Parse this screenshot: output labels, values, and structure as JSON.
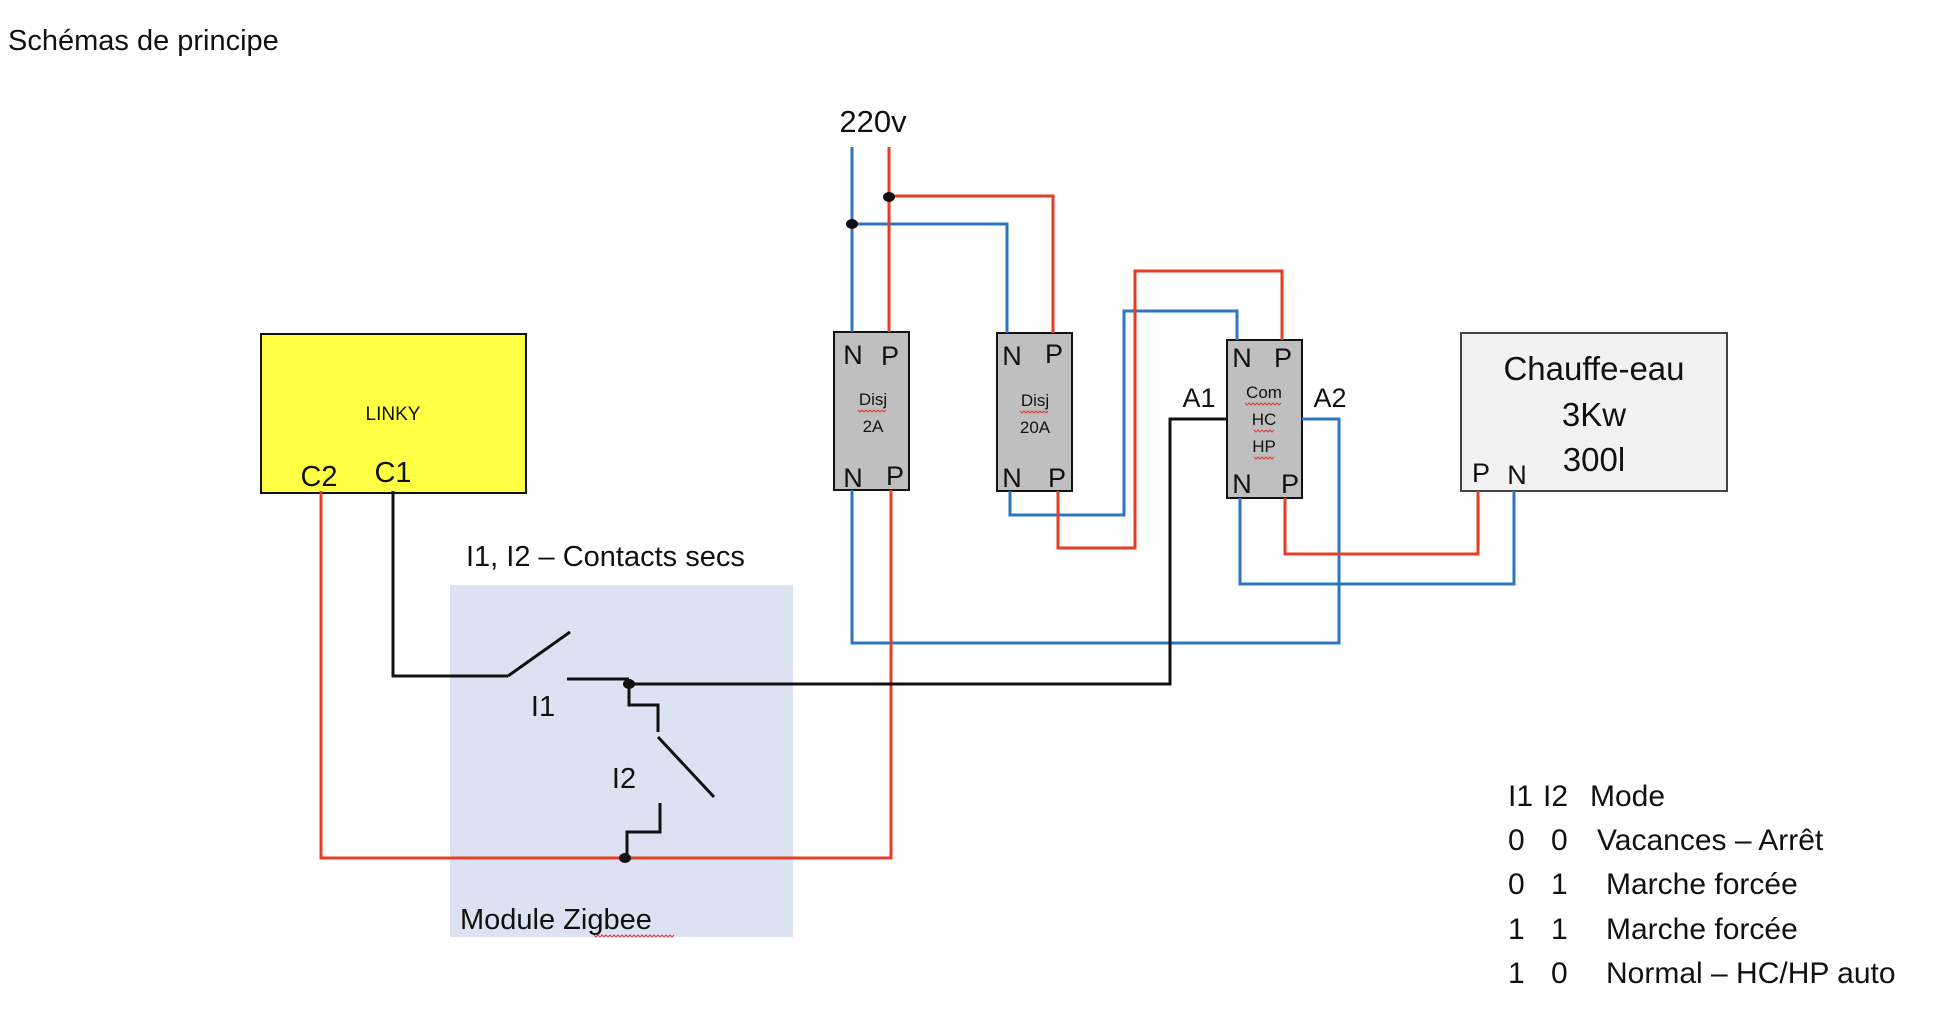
{
  "page_title": "Schémas de principe",
  "supply_label": "220v",
  "linky": {
    "label": "LINKY",
    "terminal_c2": "C2",
    "terminal_c1": "C1"
  },
  "zigbee": {
    "contacts_caption": "I1, I2 – Contacts secs",
    "switch_i1": "I1",
    "switch_i2": "I2",
    "module_label": "Module Zigbee"
  },
  "breaker_2a": {
    "top_n": "N",
    "top_p": "P",
    "name_line1": "Disj",
    "name_line2": "2A",
    "bottom_n": "N",
    "bottom_p": "P"
  },
  "breaker_20a": {
    "top_n": "N",
    "top_p": "P",
    "name_line1": "Disj",
    "name_line2": "20A",
    "bottom_n": "N",
    "bottom_p": "P"
  },
  "contactor": {
    "top_n": "N",
    "top_p": "P",
    "name_line1": "Com",
    "name_line2": "HC",
    "name_line3": "HP",
    "bottom_n": "N",
    "bottom_p": "P",
    "coil_a1": "A1",
    "coil_a2": "A2"
  },
  "water_heater": {
    "line1": "Chauffe-eau",
    "line2": "3Kw",
    "line3": "300l",
    "terminal_p": "P",
    "terminal_n": "N"
  },
  "mode_table": {
    "header": {
      "i1": "I1",
      "i2": "I2",
      "mode": "Mode"
    },
    "rows": [
      {
        "i1": "0",
        "i2": "0",
        "mode": "Vacances – Arrêt"
      },
      {
        "i1": "0",
        "i2": "1",
        "mode": "Marche forcée"
      },
      {
        "i1": "1",
        "i2": "1",
        "mode": "Marche forcée"
      },
      {
        "i1": "1",
        "i2": "0",
        "mode": "Normal – HC/HP auto"
      }
    ]
  },
  "colors": {
    "phase_wire": "#e53e24",
    "neutral_wire": "#2e75c0",
    "control_wire": "#111111",
    "linky_fill": "#ffff44",
    "module_fill": "#dde2f2",
    "breaker_fill": "#bfbfbf",
    "heater_fill": "#f2f2f2"
  }
}
